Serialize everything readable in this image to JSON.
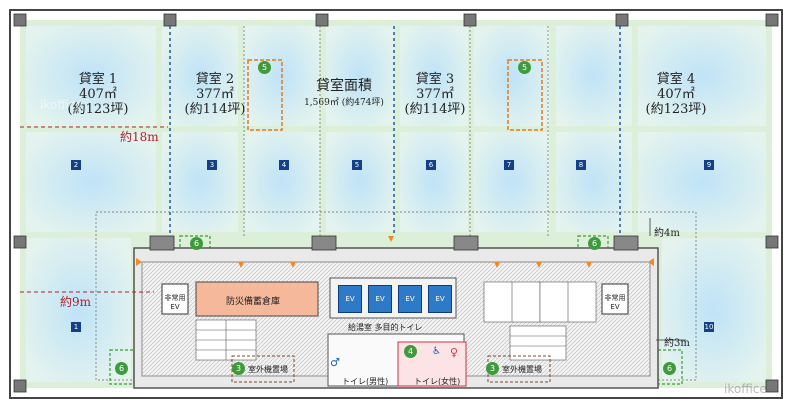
{
  "colors": {
    "office_blue": "#d3ecf8",
    "office_green": "#dcefd9",
    "core_gray": "#e9e9e9",
    "storage_orange": "#f6b89a",
    "ev_blue": "#2d7bc8",
    "dimension_red": "#b0222a",
    "zone_navy": "#14408a",
    "marker_green": "#3f9a3c",
    "box_orange": "#e07b22"
  },
  "rooms": [
    {
      "name": "貸室 1",
      "area": "407㎡",
      "tsubo": "(約123坪)"
    },
    {
      "name": "貸室 2",
      "area": "377㎡",
      "tsubo": "(約114坪)"
    },
    {
      "name": "貸室 3",
      "area": "377㎡",
      "tsubo": "(約114坪)"
    },
    {
      "name": "貸室 4",
      "area": "407㎡",
      "tsubo": "(約123坪)"
    }
  ],
  "total_area": {
    "title": "貸室面積",
    "value": "1,569㎡ (約474坪)"
  },
  "dimensions": {
    "depth_main": "約18m",
    "depth_core": "約9m",
    "corridor_right": "約4m",
    "corridor_bottom": "約3m"
  },
  "zones": [
    "1",
    "2",
    "3",
    "4",
    "5",
    "6",
    "7",
    "8",
    "9",
    "10"
  ],
  "markers": [
    "5",
    "5",
    "6",
    "6",
    "6",
    "6",
    "3",
    "3",
    "4"
  ],
  "core": {
    "storage": "防災備蓄倉庫",
    "emergency_ev_left": "非常用EV",
    "emergency_ev_right": "非常用EV",
    "ev": [
      "EV",
      "EV",
      "EV",
      "EV"
    ],
    "kitchen_toilet": "給湯室 多目的トイレ",
    "toilet_men": "トイレ(男性)",
    "toilet_women": "トイレ(女性)",
    "outdoor_unit_left": "室外機置場",
    "outdoor_unit_right": "室外機置場"
  },
  "watermark": "ikoffice"
}
